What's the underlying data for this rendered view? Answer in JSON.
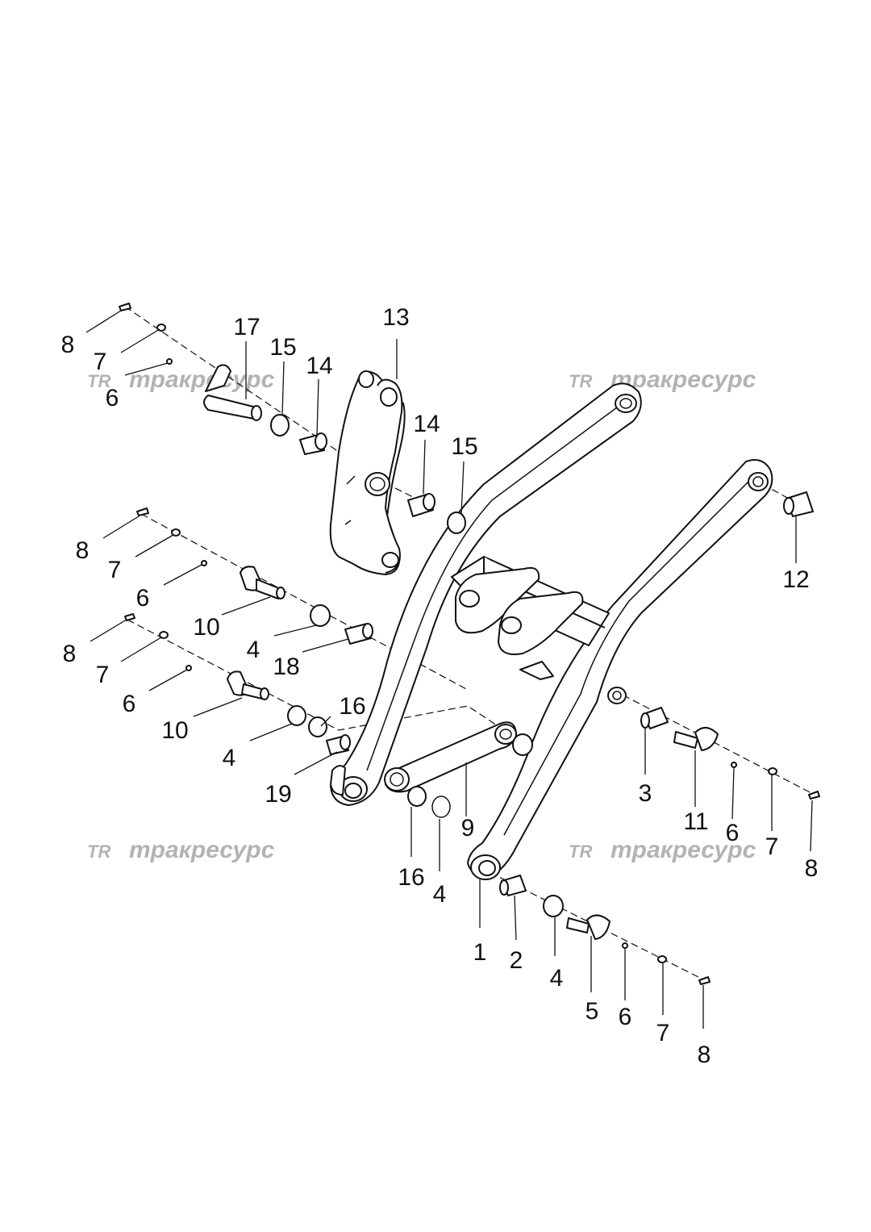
{
  "watermark": {
    "logo": "TR",
    "text": "тракресурс"
  },
  "callouts": {
    "c1": "1",
    "c2": "2",
    "c3": "3",
    "c4a": "4",
    "c4b": "4",
    "c4c": "4",
    "c4d": "4",
    "c5": "5",
    "c6a": "6",
    "c6b": "6",
    "c6c": "6",
    "c6d": "6",
    "c6e": "6",
    "c7a": "7",
    "c7b": "7",
    "c7c": "7",
    "c7d": "7",
    "c7e": "7",
    "c8a": "8",
    "c8b": "8",
    "c8c": "8",
    "c8d": "8",
    "c8e": "8",
    "c9": "9",
    "c10a": "10",
    "c10b": "10",
    "c11": "11",
    "c12": "12",
    "c13": "13",
    "c14a": "14",
    "c14b": "14",
    "c15a": "15",
    "c15b": "15",
    "c16a": "16",
    "c16b": "16",
    "c17": "17",
    "c18": "18",
    "c19": "19"
  }
}
